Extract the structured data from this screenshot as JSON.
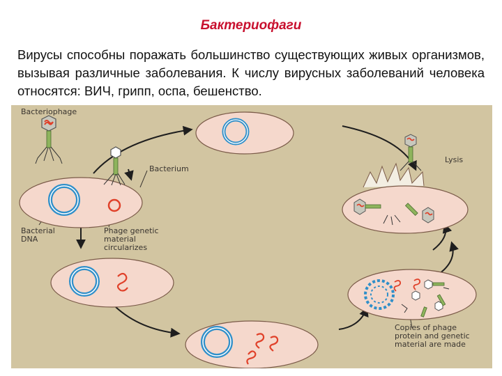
{
  "title": "Бактериофаги",
  "intro": "Вирусы способны поражать большинство существующих живых организмов, вызывая различные заболевания. К числу вирусных заболеваний человека относятся: ВИЧ, грипп, оспа, бешенство.",
  "figure": {
    "labels": {
      "bacteriophage": "Bacteriophage",
      "bacterium": "Bacterium",
      "lysis": "Lysis",
      "bacterial_dna_1": "Bacterial",
      "bacterial_dna_2": "DNA",
      "phage_genetic_1": "Phage genetic",
      "phage_genetic_2": "material",
      "phage_genetic_3": "circularizes",
      "copies_1": "Copies of phage",
      "copies_2": "protein and genetic",
      "copies_3": "material are made"
    },
    "colors": {
      "background": "#d2c5a1",
      "cell_fill": "#f5d8cc",
      "bacterial_dna": "#2f8fc9",
      "phage_dna": "#e0412a",
      "phage_head": "#c8c8bd",
      "phage_tail": "#8eb45c",
      "arrows": "#1e1e1e"
    }
  }
}
